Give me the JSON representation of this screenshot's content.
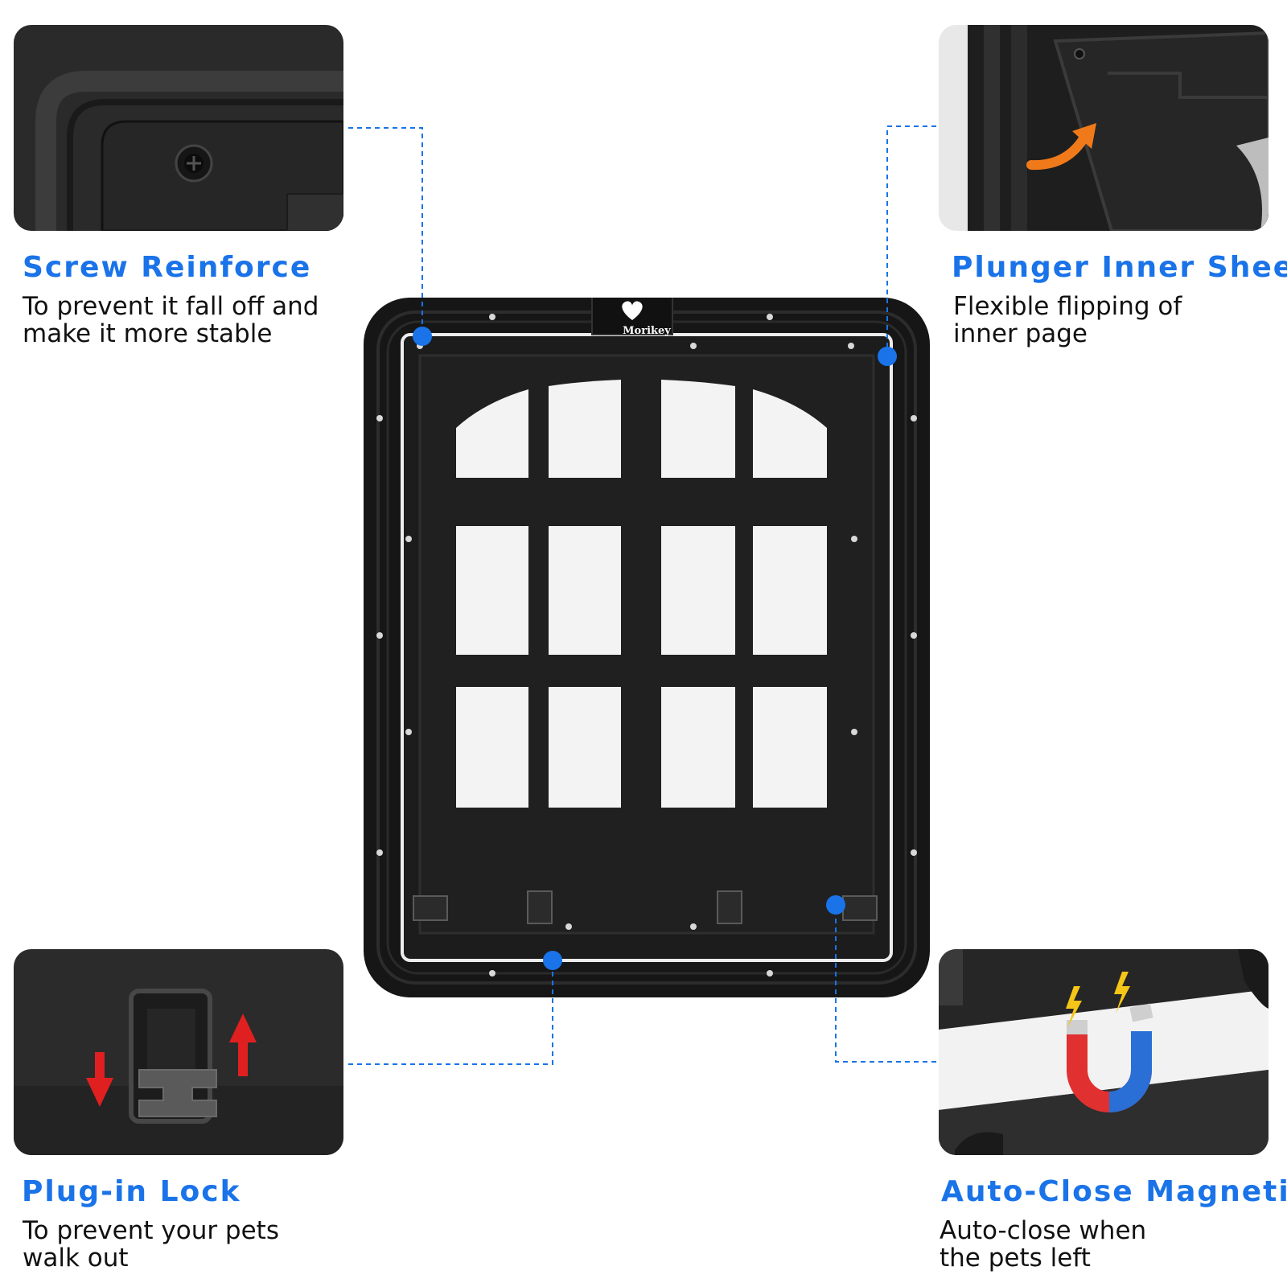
{
  "brand": {
    "name": "Morikey"
  },
  "colors": {
    "accent": "#1a73e8",
    "frame": "#1b1b1b",
    "mesh": "#f3f3f3",
    "arrow_red": "#e02020",
    "arrow_orange": "#f07a1a"
  },
  "features": [
    {
      "id": "screw-reinforce",
      "title": "Screw Reinforce",
      "description": [
        "To prevent it fall off and",
        "make it more stable"
      ]
    },
    {
      "id": "plunger-inner-sheet",
      "title": "Plunger Inner Sheet",
      "description": [
        "Flexible flipping of",
        "inner page"
      ]
    },
    {
      "id": "plug-in-lock",
      "title": "Plug-in Lock",
      "description": [
        "To prevent your pets",
        "walk out"
      ]
    },
    {
      "id": "auto-close-magnetic",
      "title": "Auto-Close Magnetic",
      "description": [
        "Auto-close when",
        "the pets left"
      ]
    }
  ]
}
